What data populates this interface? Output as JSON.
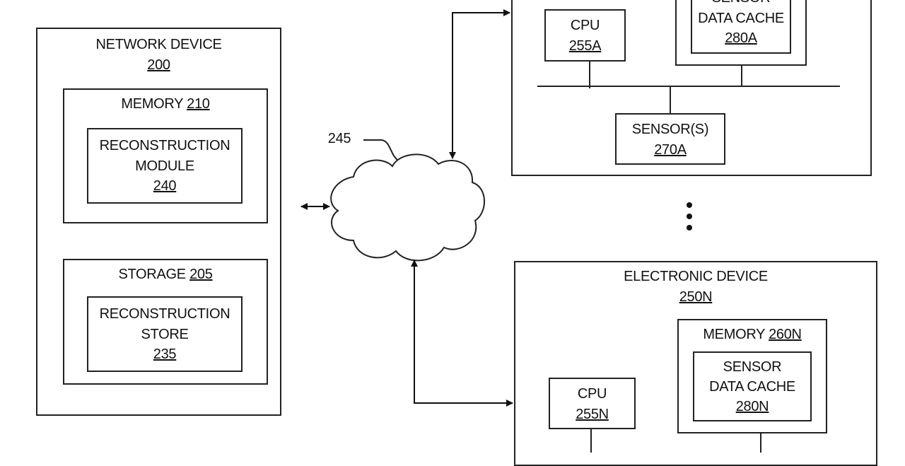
{
  "network_device": {
    "title": "NETWORK DEVICE",
    "ref": "200",
    "memory": {
      "title": "MEMORY",
      "ref": "210",
      "reconstruction_module": {
        "line1": "RECONSTRUCTION",
        "line2": "MODULE",
        "ref": "240"
      }
    },
    "storage": {
      "title": "STORAGE",
      "ref": "205",
      "reconstruction_store": {
        "line1": "RECONSTRUCTION",
        "line2": "STORE",
        "ref": "235"
      }
    }
  },
  "network": {
    "ref": "245"
  },
  "device_a": {
    "cpu": {
      "title": "CPU",
      "ref": "255A"
    },
    "sensor_data_cache": {
      "line1": "SENSOR",
      "line2": "DATA CACHE",
      "ref": "280A"
    },
    "sensors": {
      "title": "SENSOR(S)",
      "ref": "270A"
    }
  },
  "device_n": {
    "title": "ELECTRONIC DEVICE",
    "ref": "250N",
    "memory": {
      "title": "MEMORY",
      "ref": "260N"
    },
    "sensor_data_cache": {
      "line1": "SENSOR",
      "line2": "DATA CACHE",
      "ref": "280N"
    },
    "cpu": {
      "title": "CPU",
      "ref": "255N"
    }
  }
}
